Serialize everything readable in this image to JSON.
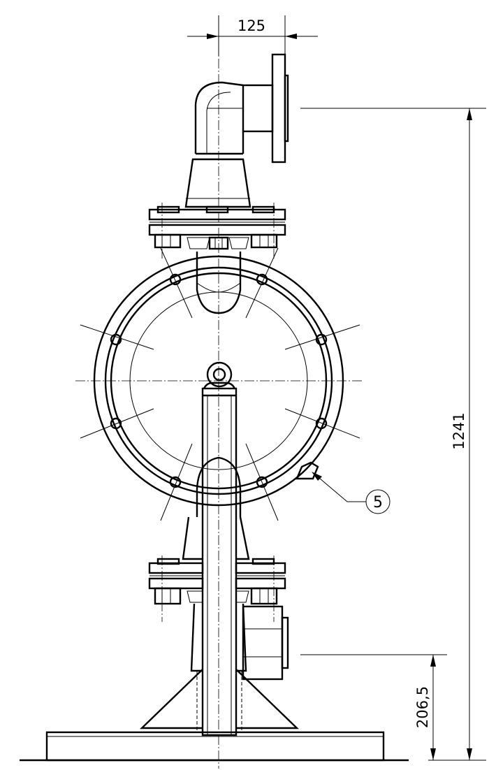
{
  "dimensions": {
    "top_offset": "125",
    "overall_height": "1241",
    "base_height": "206,5"
  },
  "callouts": {
    "item_5": "5"
  }
}
